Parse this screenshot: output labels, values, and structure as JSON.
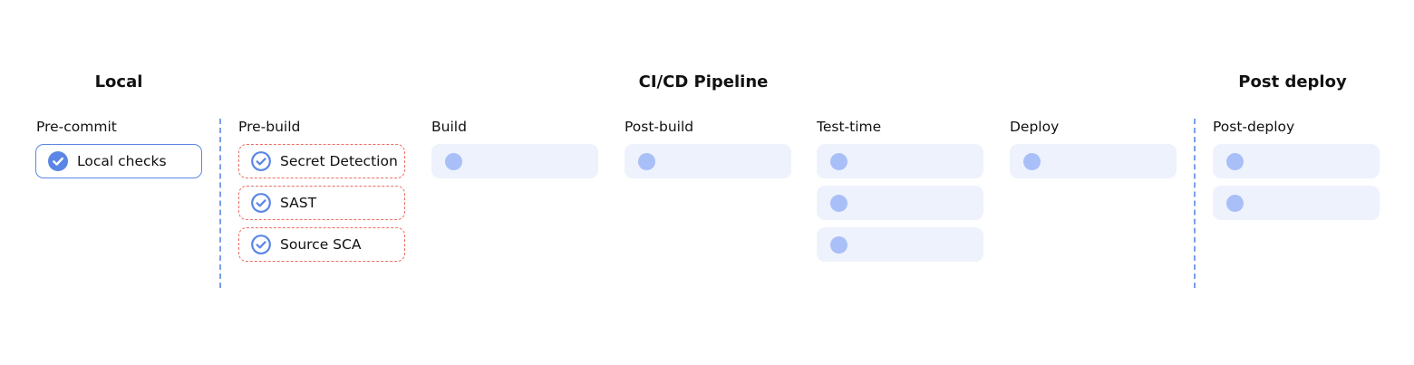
{
  "sections": {
    "local": "Local",
    "cicd": "CI/CD Pipeline",
    "post": "Post deploy"
  },
  "columns": {
    "precommit": {
      "label": "Pre-commit",
      "items": [
        "Local checks"
      ]
    },
    "prebuild": {
      "label": "Pre-build",
      "items": [
        "Secret Detection",
        "SAST",
        "Source SCA"
      ]
    },
    "build": {
      "label": "Build"
    },
    "postbuild": {
      "label": "Post-build"
    },
    "testtime": {
      "label": "Test-time"
    },
    "deploy": {
      "label": "Deploy"
    },
    "postdeploy": {
      "label": "Post-deploy"
    }
  },
  "colors": {
    "accent_blue": "#5b86e5",
    "dashed_red": "#ec6e66",
    "placeholder_bg": "#eef2fc",
    "placeholder_dot": "#a9bff7",
    "divider": "#7aa0ea"
  }
}
